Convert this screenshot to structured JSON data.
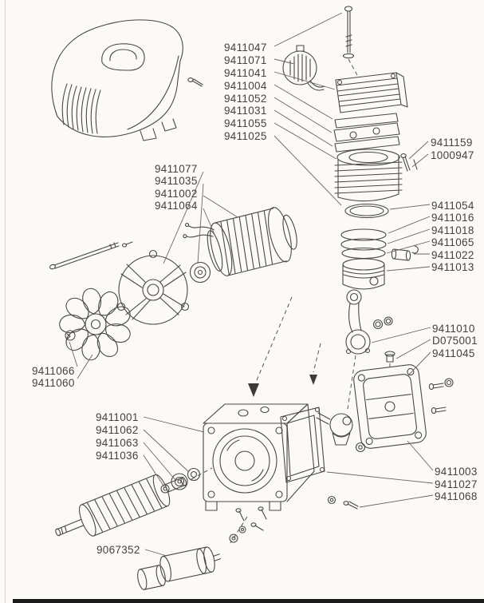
{
  "canvas": {
    "paper_color": "#fbfaf7",
    "ink_color": "#44423d",
    "figure_type": "exploded-parts-diagram"
  },
  "icons": {
    "assembly_arrow": "▼"
  },
  "diagram": {
    "labels": [
      {
        "text": "9411047"
      },
      {
        "text": "9411071"
      },
      {
        "text": "9411041"
      },
      {
        "text": "9411004"
      },
      {
        "text": "9411052"
      },
      {
        "text": "9411031"
      },
      {
        "text": "9411055"
      },
      {
        "text": "9411025"
      },
      {
        "text": "9411159"
      },
      {
        "text": "1000947"
      },
      {
        "text": "9411077"
      },
      {
        "text": "9411035"
      },
      {
        "text": "9411002"
      },
      {
        "text": "9411064"
      },
      {
        "text": "9411054"
      },
      {
        "text": "9411016"
      },
      {
        "text": "9411018"
      },
      {
        "text": "9411065"
      },
      {
        "text": "9411022"
      },
      {
        "text": "9411013"
      },
      {
        "text": "9411066"
      },
      {
        "text": "9411060"
      },
      {
        "text": "9411010"
      },
      {
        "text": "D075001"
      },
      {
        "text": "9411045"
      },
      {
        "text": "9411001"
      },
      {
        "text": "9411062"
      },
      {
        "text": "9411063"
      },
      {
        "text": "9411036"
      },
      {
        "text": "9411003"
      },
      {
        "text": "9411027"
      },
      {
        "text": "9411068"
      },
      {
        "text": "9067352"
      }
    ]
  }
}
